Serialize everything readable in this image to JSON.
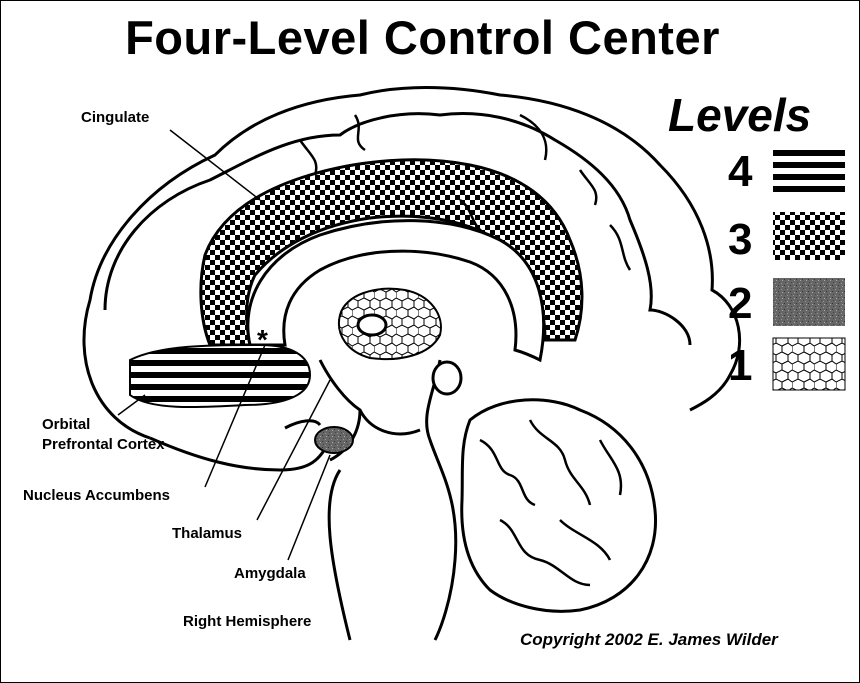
{
  "title": "Four-Level Control Center",
  "legend": {
    "heading": "Levels",
    "levels": [
      {
        "number": "4",
        "pattern": "horizontal-stripes"
      },
      {
        "number": "3",
        "pattern": "checkerboard"
      },
      {
        "number": "2",
        "pattern": "gray-stipple"
      },
      {
        "number": "1",
        "pattern": "cell-mesh"
      }
    ]
  },
  "labels": {
    "cingulate": "Cingulate",
    "orbital_line1": "Orbital",
    "orbital_line2": "Prefrontal Cortex",
    "nucleus_accumbens": "Nucleus Accumbens",
    "thalamus": "Thalamus",
    "amygdala": "Amygdala",
    "right_hemisphere": "Right Hemisphere",
    "accumbens_marker": "*"
  },
  "copyright": "Copyright 2002 E. James Wilder",
  "colors": {
    "ink": "#000000",
    "paper": "#ffffff",
    "amygdala_fill": "#555555"
  }
}
